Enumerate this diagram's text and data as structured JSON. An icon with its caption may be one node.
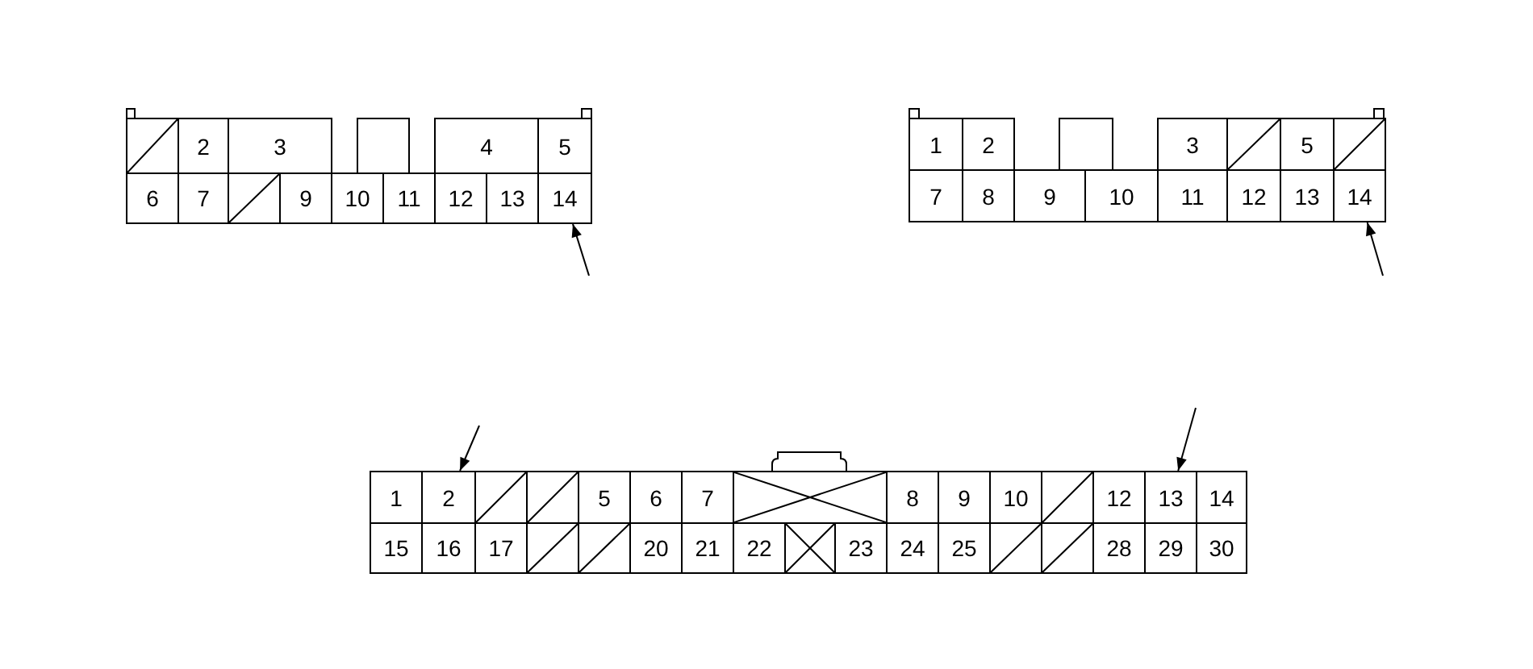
{
  "diagram": {
    "nodes": [
      {
        "text": [],
        "shape": "box"
      },
      {
        "text": [],
        "shape": "box",
        "in": 0
      },
      {
        "text": [
          "2"
        ],
        "in": 0
      },
      {
        "text": [
          "3"
        ],
        "in": 0
      },
      {
        "text": [],
        "shape": "box",
        "in": 0
      },
      {
        "text": [
          "4"
        ],
        "in": 0
      },
      {
        "text": [
          "5"
        ],
        "in": 0
      },
      {
        "text": [
          "6"
        ],
        "in": 0
      },
      {
        "text": [
          "7"
        ],
        "in": 0
      },
      {
        "text": [],
        "shape": "box",
        "in": 0
      },
      {
        "text": [
          "9"
        ],
        "in": 0
      },
      {
        "text": [
          "10"
        ],
        "in": 0
      },
      {
        "text": [
          "11"
        ],
        "in": 0
      },
      {
        "text": [
          "12"
        ],
        "in": 0
      },
      {
        "text": [
          "13"
        ],
        "in": 0
      },
      {
        "text": [
          "14"
        ],
        "in": 0
      },
      {
        "text": [],
        "shape": "box"
      },
      {
        "text": [
          "1"
        ],
        "in": 16
      },
      {
        "text": [
          "2"
        ],
        "in": 16
      },
      {
        "text": [],
        "shape": "box",
        "in": 16
      },
      {
        "text": [
          "3"
        ],
        "in": 16
      },
      {
        "text": [],
        "shape": "box",
        "in": 16
      },
      {
        "text": [
          "5"
        ],
        "in": 16
      },
      {
        "text": [],
        "shape": "box",
        "in": 16
      },
      {
        "text": [
          "7"
        ],
        "in": 16
      },
      {
        "text": [
          "8"
        ],
        "in": 16
      },
      {
        "text": [
          "9"
        ],
        "in": 16
      },
      {
        "text": [
          "10"
        ],
        "in": 16
      },
      {
        "text": [
          "11"
        ],
        "in": 16
      },
      {
        "text": [
          "12"
        ],
        "in": 16
      },
      {
        "text": [
          "13"
        ],
        "in": 16
      },
      {
        "text": [
          "14"
        ],
        "in": 16
      },
      {
        "text": [],
        "shape": "box"
      },
      {
        "text": [
          "1"
        ],
        "in": 32
      },
      {
        "text": [
          "2"
        ],
        "in": 32
      },
      {
        "text": [],
        "shape": "box",
        "in": 32
      },
      {
        "text": [],
        "shape": "box",
        "in": 32
      },
      {
        "text": [
          "5"
        ],
        "in": 32
      },
      {
        "text": [
          "6"
        ],
        "in": 32
      },
      {
        "text": [
          "7"
        ],
        "in": 32
      },
      {
        "text": [],
        "shape": "box",
        "in": 32
      },
      {
        "text": [
          "8"
        ],
        "in": 32
      },
      {
        "text": [
          "9"
        ],
        "in": 32
      },
      {
        "text": [
          "10"
        ],
        "in": 32
      },
      {
        "text": [],
        "shape": "box",
        "in": 32
      },
      {
        "text": [
          "12"
        ],
        "in": 32
      },
      {
        "text": [
          "13"
        ],
        "in": 32
      },
      {
        "text": [
          "14"
        ],
        "in": 32
      },
      {
        "text": [
          "15"
        ],
        "in": 32
      },
      {
        "text": [
          "16"
        ],
        "in": 32
      },
      {
        "text": [
          "17"
        ],
        "in": 32
      },
      {
        "text": [],
        "shape": "box",
        "in": 32
      },
      {
        "text": [],
        "shape": "box",
        "in": 32
      },
      {
        "text": [
          "20"
        ],
        "in": 32
      },
      {
        "text": [
          "21"
        ],
        "in": 32
      },
      {
        "text": [
          "22"
        ],
        "in": 32
      },
      {
        "text": [],
        "shape": "box",
        "in": 32
      },
      {
        "text": [
          "23"
        ],
        "in": 32
      },
      {
        "text": [
          "24"
        ],
        "in": 32
      },
      {
        "text": [
          "25"
        ],
        "in": 32
      },
      {
        "text": [],
        "shape": "box",
        "in": 32
      },
      {
        "text": [],
        "shape": "box",
        "in": 32
      },
      {
        "text": [
          "28"
        ],
        "in": 32
      },
      {
        "text": [
          "29"
        ],
        "in": 32
      },
      {
        "text": [
          "30"
        ],
        "in": 32
      }
    ],
    "edges": [
      {
        "from": null,
        "to": 15,
        "arrow": "to"
      },
      {
        "from": null,
        "to": 31,
        "arrow": "to"
      },
      {
        "from": null,
        "to": 34,
        "arrow": "to"
      },
      {
        "from": null,
        "to": 46,
        "arrow": "to"
      }
    ]
  }
}
